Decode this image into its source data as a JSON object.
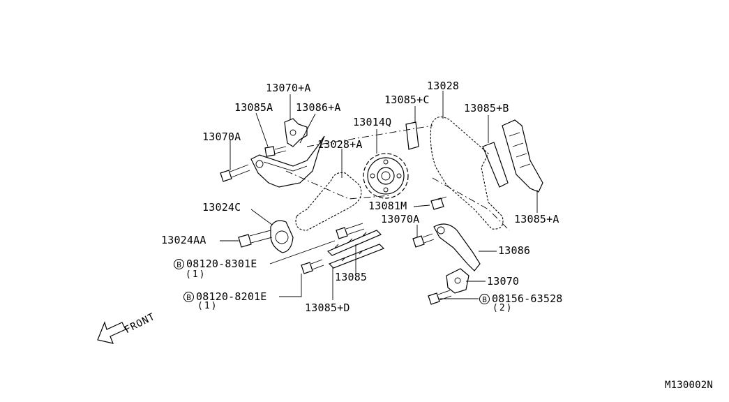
{
  "labels": {
    "p13070_a": "13070+A",
    "p13085a": "13085A",
    "p13086_a": "13086+A",
    "p13070a_top": "13070A",
    "p13014q": "13014Q",
    "p13028_a": "13028+A",
    "p13085_c": "13085+C",
    "p13028": "13028",
    "p13085_b": "13085+B",
    "p13024c": "13024C",
    "p13024aa": "13024AA",
    "p13081m": "13081M",
    "p13070a_mid": "13070A",
    "p13085_a": "13085+A",
    "p13086": "13086",
    "p13085": "13085",
    "p13070": "13070",
    "p13085_d": "13085+D"
  },
  "bolts": {
    "b1": {
      "symbol": "B",
      "number": "08120-8301E",
      "qty": "(1)"
    },
    "b2": {
      "symbol": "B",
      "number": "08120-8201E",
      "qty": "(1)"
    },
    "b3": {
      "symbol": "B",
      "number": "08156-63528",
      "qty": "(2)"
    }
  },
  "front_label": "FRONT",
  "diagram_code": "M130002N"
}
